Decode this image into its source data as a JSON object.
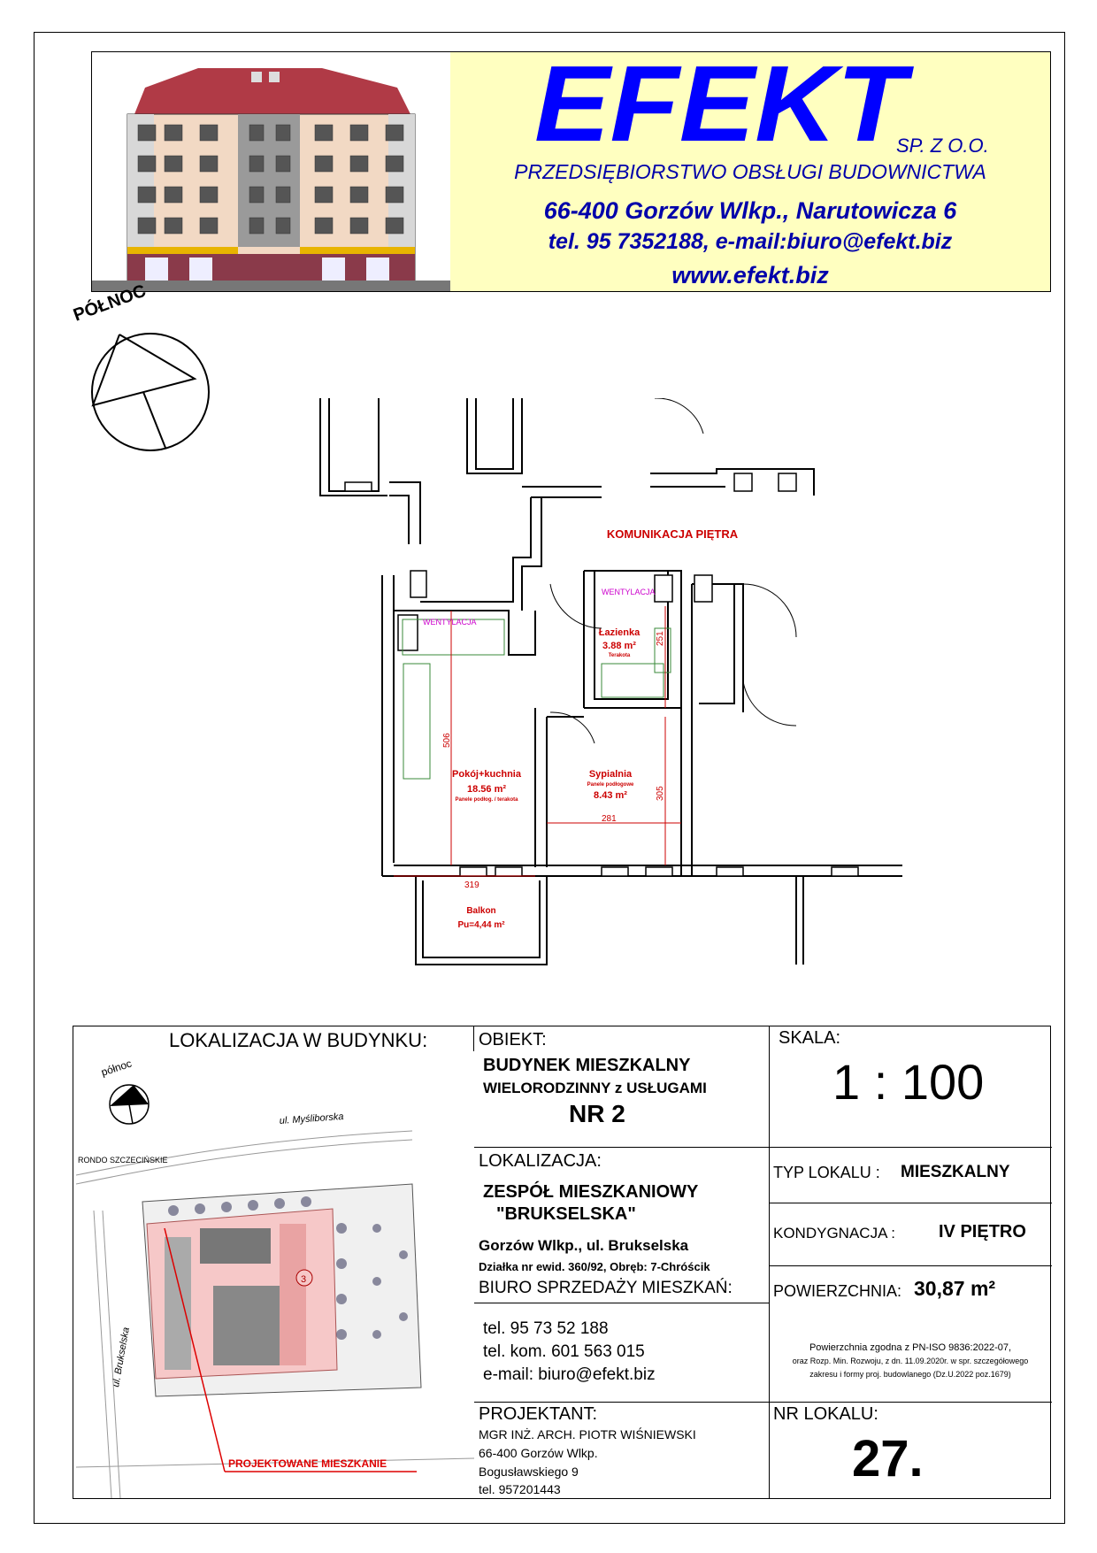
{
  "header": {
    "logo_text": "EFEKT",
    "logo_suffix": "SP. Z O.O.",
    "company_desc": "PRZEDSIĘBIORSTWO OBSŁUGI BUDOWNICTWA",
    "address": "66-400 Gorzów Wlkp., Narutowicza 6",
    "contact": "tel. 95 7352188, e-mail:biuro@efekt.biz",
    "website": "www.efekt.biz",
    "colors": {
      "background": "#ffffc0",
      "text": "#0000aa"
    }
  },
  "north_label": "PÓŁNOC",
  "plan": {
    "rooms": [
      {
        "name": "KOMUNIKACJA PIĘTRA"
      },
      {
        "name": "Łazienka",
        "area": "3.88 m²",
        "finish": "Terakota"
      },
      {
        "name": "Pokój+kuchnia",
        "area": "18.56 m²",
        "finish": "Panele podłog. / terakota"
      },
      {
        "name": "Sypialnia",
        "area": "8.43 m²",
        "finish": "Panele podłogowe"
      },
      {
        "name": "Balkon",
        "area": "Pu=4,44 m²"
      }
    ],
    "labels": {
      "vent1": "WENTYLACJA",
      "vent2": "WENTYLACJA",
      "dim_506": "506",
      "dim_305": "305",
      "dim_281": "281",
      "dim_319": "319",
      "dim_251": "251"
    }
  },
  "table": {
    "location_title": "LOKALIZACJA W BUDYNKU:",
    "map": {
      "north": "północ",
      "street1": "ul. Myśliborska",
      "street2": "RONDO SZCZECIŃSKIE",
      "street3": "ul. Brukselska",
      "building_no": "3",
      "apartment_label": "PROJEKTOWANE MIESZKANIE"
    },
    "object_label": "OBIEKT:",
    "object_line1": "BUDYNEK   MIESZKALNY",
    "object_line2": "WIELORODZINNY  z USŁUGAMI",
    "object_line3": "NR 2",
    "scale_label": "SKALA:",
    "scale_value": "1 : 100",
    "localization_label": "LOKALIZACJA:",
    "estate_line1": "ZESPÓŁ MIESZKANIOWY",
    "estate_line2": "\"BRUKSELSKA\"",
    "estate_address": "Gorzów Wlkp., ul. Brukselska",
    "plot": "Działka nr ewid. 360/92, Obręb: 7-Chróścik",
    "type_label": "TYP LOKALU :",
    "type_value": "MIESZKALNY",
    "floor_label": "KONDYGNACJA :",
    "floor_value": "IV PIĘTRO",
    "sales_title": "BIURO SPRZEDAŻY MIESZKAŃ:",
    "sales_tel": "tel. 95 73 52 188",
    "sales_mobile": "tel. kom. 601 563 015",
    "sales_email": "e-mail: biuro@efekt.biz",
    "area_label": "POWIERZCHNIA:",
    "area_value": "30,87 m²",
    "area_note1": "Powierzchnia zgodna z PN-ISO 9836:2022-07,",
    "area_note2": "oraz Rozp. Min. Rozwoju,  z dn. 11.09.2020r. w spr. szczegółowego",
    "area_note3": "zakresu i formy proj. budowlanego (Dz.U.2022 poz.1679)",
    "designer_title": "PROJEKTANT:",
    "designer_name": "MGR INŻ. ARCH. PIOTR WIŚNIEWSKI",
    "designer_city": "66-400 Gorzów Wlkp.",
    "designer_street": "Bogusławskiego 9",
    "designer_tel": "tel. 957201443",
    "unit_label": "NR LOKALU:",
    "unit_value": "27."
  }
}
